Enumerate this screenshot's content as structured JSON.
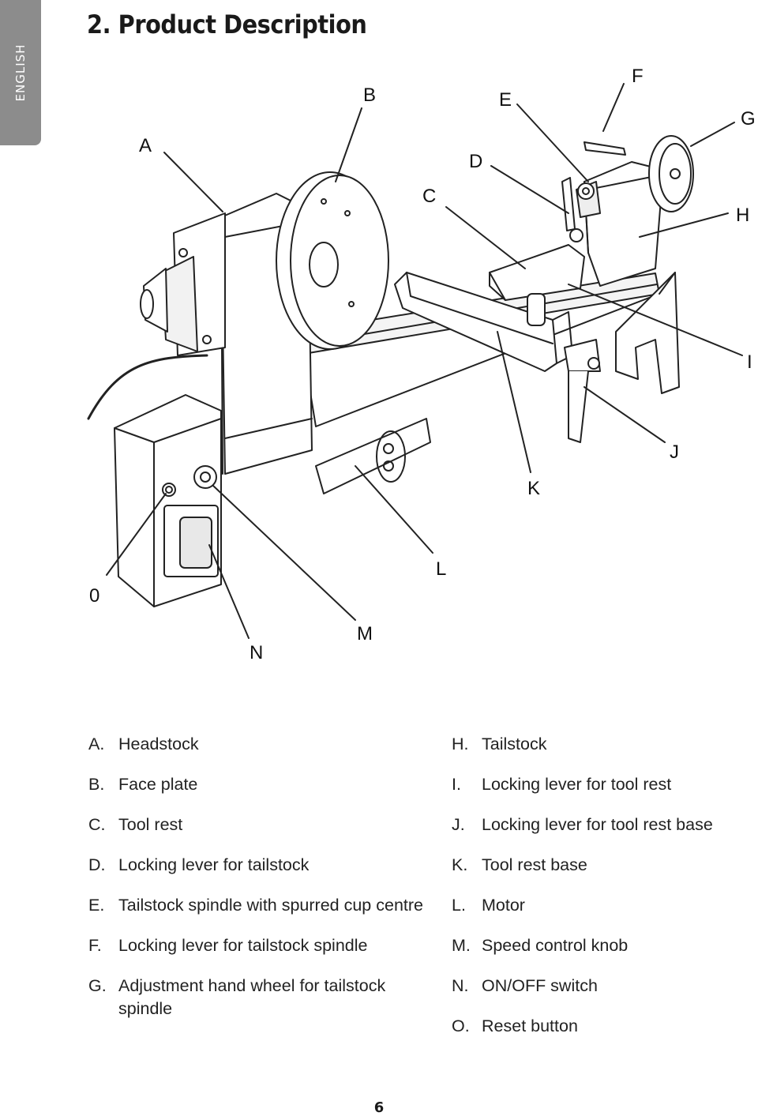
{
  "side_tab": {
    "label": "ENGLISH"
  },
  "header": {
    "title": "2. Product Description"
  },
  "diagram": {
    "callouts": {
      "A": "A",
      "B": "B",
      "C": "C",
      "D": "D",
      "E": "E",
      "F": "F",
      "G": "G",
      "H": "H",
      "I": "I",
      "J": "J",
      "K": "K",
      "L": "L",
      "M": "M",
      "N": "N",
      "O": "0"
    }
  },
  "legend": {
    "left": [
      {
        "key": "A.",
        "text": "Headstock"
      },
      {
        "key": "B.",
        "text": "Face plate"
      },
      {
        "key": "C.",
        "text": "Tool rest"
      },
      {
        "key": "D.",
        "text": "Locking lever for tailstock"
      },
      {
        "key": "E.",
        "text": "Tailstock spindle with spurred cup centre"
      },
      {
        "key": "F.",
        "text": "Locking lever for tailstock spindle"
      },
      {
        "key": "G.",
        "text": "Adjustment hand wheel for tailstock spindle"
      }
    ],
    "right": [
      {
        "key": "H.",
        "text": "Tailstock"
      },
      {
        "key": "I.",
        "text": "Locking lever for tool rest"
      },
      {
        "key": "J.",
        "text": "Locking lever for tool rest base"
      },
      {
        "key": "K.",
        "text": "Tool rest base"
      },
      {
        "key": "L.",
        "text": "Motor"
      },
      {
        "key": "M.",
        "text": "Speed control knob"
      },
      {
        "key": "N.",
        "text": "ON/OFF switch"
      },
      {
        "key": "O.",
        "text": "Reset button"
      }
    ]
  },
  "footer": {
    "page_number": "6"
  }
}
